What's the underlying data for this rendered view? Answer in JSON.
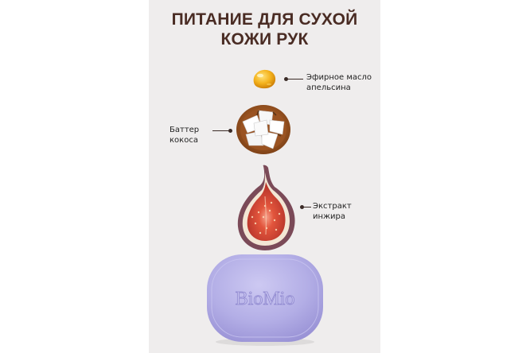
{
  "title": {
    "line1": "ПИТАНИЕ ДЛЯ СУХОЙ",
    "line2": "КОЖИ РУК"
  },
  "ingredients": [
    {
      "line1": "Эфирное масло",
      "line2": "апельсина",
      "icon": "orange-oil-drop-icon"
    },
    {
      "line1": "Баттер",
      "line2": "кокоса",
      "icon": "coconut-bowl-icon"
    },
    {
      "line1": "Экстракт",
      "line2": "инжира",
      "icon": "fig-half-icon"
    }
  ],
  "product": {
    "brand": "BioMio",
    "soap_color": "#b3aee6"
  },
  "colors": {
    "background": "#efeded",
    "title": "#4a2c24",
    "oil": "#f0a81a",
    "fig_flesh": "#e0573f",
    "fig_skin": "#7a4a5a"
  }
}
